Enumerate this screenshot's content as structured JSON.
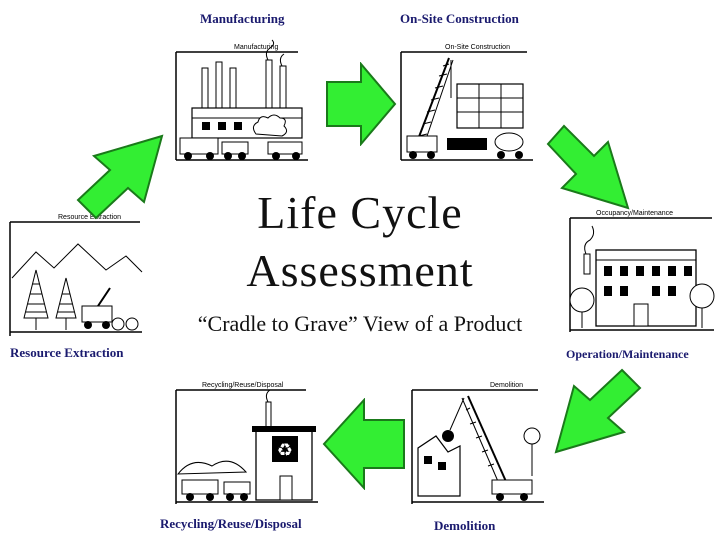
{
  "title": {
    "line1": "Life Cycle",
    "line2": "Assessment",
    "subtitle": "“Cradle to Grave” View of a Product"
  },
  "stages": [
    {
      "label": "Manufacturing",
      "sketch_label": "Manufacturing"
    },
    {
      "label": "On-Site Construction",
      "sketch_label": "On-Site Construction"
    },
    {
      "label": "Operation/Maintenance",
      "sketch_label": "Occupancy/Maintenance"
    },
    {
      "label": "Demolition",
      "sketch_label": "Demolition"
    },
    {
      "label": "Recycling/Reuse/Disposal",
      "sketch_label": "Recycling/Reuse/Disposal"
    },
    {
      "label": "Resource Extraction",
      "sketch_label": "Resource Extraction"
    }
  ],
  "colors": {
    "arrow_fill": "#33ee33",
    "arrow_stroke": "#1a7a1a",
    "stage_title": "#1a1a6e",
    "ink": "#000000"
  },
  "icons": [
    "recycle-icon"
  ]
}
